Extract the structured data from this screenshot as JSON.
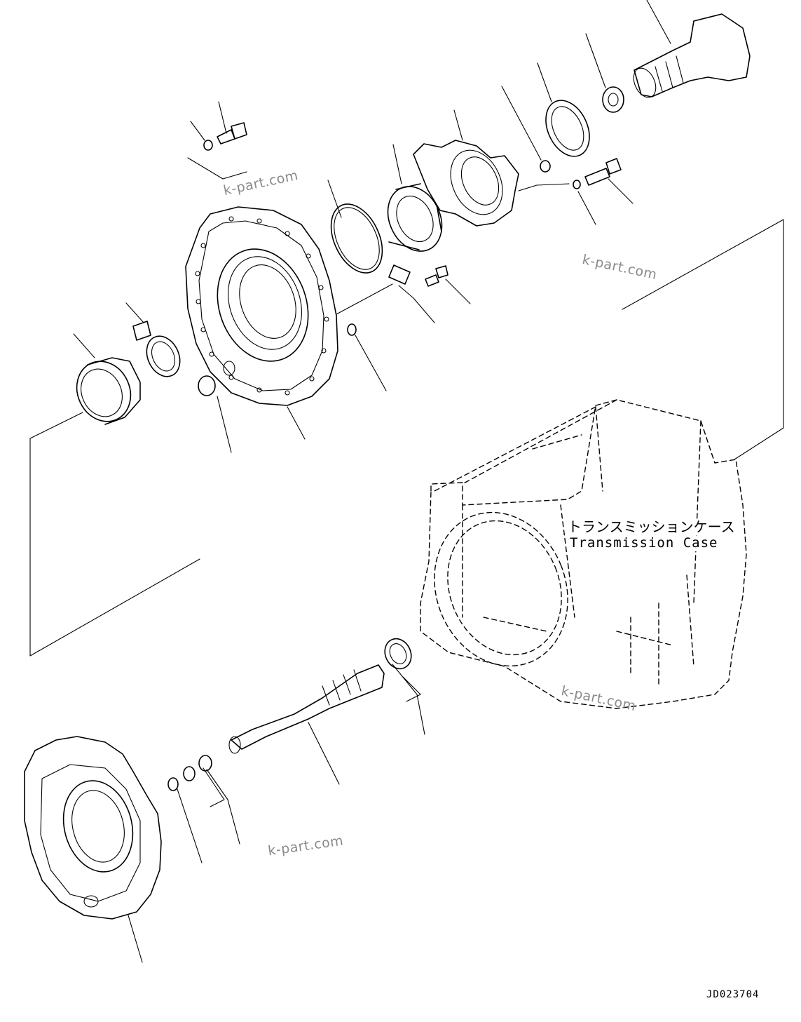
{
  "callouts": {
    "case_label_jp": "トランスミッションケース",
    "case_label_en": "Transmission Case"
  },
  "drawing_id": "JD023704",
  "watermarks": [
    "k-part.com",
    "k-part.com",
    "k-part.com",
    "k-part.com"
  ]
}
